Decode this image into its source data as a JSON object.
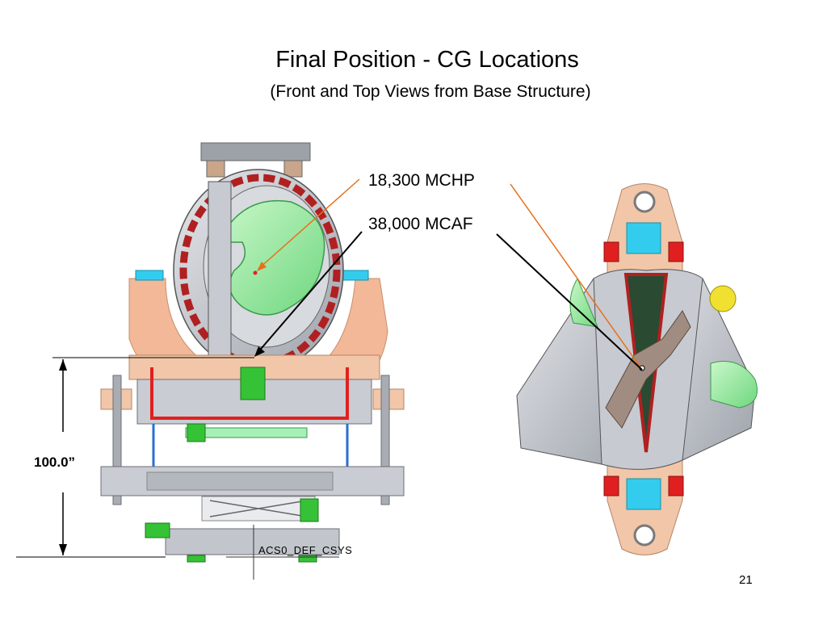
{
  "slide": {
    "title": "Final Position - CG Locations",
    "subtitle": "(Front and Top Views from Base Structure)",
    "page_number": "21"
  },
  "callouts": {
    "mchp": "18,300 MCHP",
    "mcaf": "38,000 MCAF"
  },
  "dimension": {
    "height_label": "100.0”"
  },
  "coordinate_system": {
    "label": "ACS0_DEF_CSYS"
  },
  "colors": {
    "mchp_leader": "#e8701a",
    "mcaf_leader": "#000000",
    "frame_gray": "#b8bcc4",
    "green_part": "#8ee89a",
    "red_part": "#d22a2a",
    "salmon_part": "#f0b595",
    "cyan_block": "#33ccee"
  }
}
